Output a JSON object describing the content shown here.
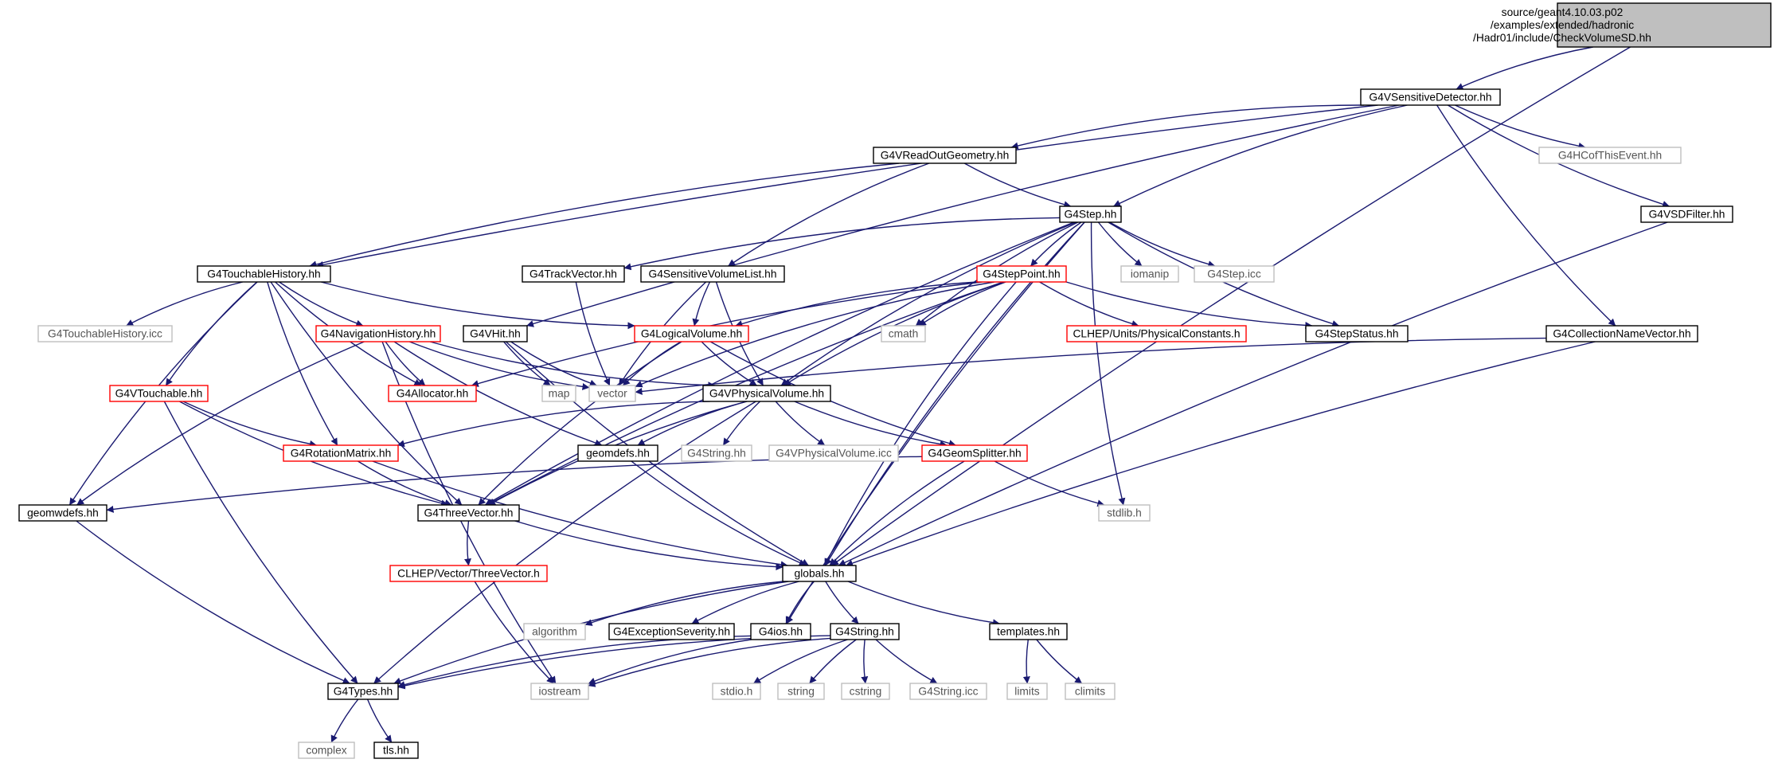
{
  "diagram": {
    "colors": {
      "edge": "#191970",
      "root_fill": "#bfbfbf",
      "root_border": "#000000",
      "default_border": "#000000",
      "warn_border": "#ff0000",
      "missing_border": "#bfbfbf",
      "text": "#000000",
      "missing_text": "#555555"
    },
    "nodes": [
      {
        "id": "root",
        "lines": [
          "source/geant4.10.03.p02",
          "/examples/extended/hadronic",
          "/Hadr01/include/CheckVolumeSD.hh"
        ],
        "style": "root"
      },
      {
        "id": "G4VSensitiveDetector",
        "lines": [
          "G4VSensitiveDetector.hh"
        ],
        "style": "default"
      },
      {
        "id": "G4VReadOutGeometry",
        "lines": [
          "G4VReadOutGeometry.hh"
        ],
        "style": "default"
      },
      {
        "id": "G4HCofThisEvent",
        "lines": [
          "G4HCofThisEvent.hh"
        ],
        "style": "missing"
      },
      {
        "id": "G4VSDFilter",
        "lines": [
          "G4VSDFilter.hh"
        ],
        "style": "default"
      },
      {
        "id": "G4Step",
        "lines": [
          "G4Step.hh"
        ],
        "style": "default"
      },
      {
        "id": "G4TouchableHistory",
        "lines": [
          "G4TouchableHistory.hh"
        ],
        "style": "default"
      },
      {
        "id": "G4TrackVector",
        "lines": [
          "G4TrackVector.hh"
        ],
        "style": "default"
      },
      {
        "id": "G4SensitiveVolumeList",
        "lines": [
          "G4SensitiveVolumeList.hh"
        ],
        "style": "default"
      },
      {
        "id": "G4StepPoint",
        "lines": [
          "G4StepPoint.hh"
        ],
        "style": "warn"
      },
      {
        "id": "iomanip",
        "lines": [
          "iomanip"
        ],
        "style": "missing"
      },
      {
        "id": "G4Stepicc",
        "lines": [
          "G4Step.icc"
        ],
        "style": "missing"
      },
      {
        "id": "G4TouchableHistoryicc",
        "lines": [
          "G4TouchableHistory.icc"
        ],
        "style": "missing"
      },
      {
        "id": "G4NavigationHistory",
        "lines": [
          "G4NavigationHistory.hh"
        ],
        "style": "warn"
      },
      {
        "id": "G4VHit",
        "lines": [
          "G4VHit.hh"
        ],
        "style": "default"
      },
      {
        "id": "G4LogicalVolume",
        "lines": [
          "G4LogicalVolume.hh"
        ],
        "style": "warn"
      },
      {
        "id": "cmath",
        "lines": [
          "cmath"
        ],
        "style": "missing"
      },
      {
        "id": "PhysicalConstants",
        "lines": [
          "CLHEP/Units/PhysicalConstants.h"
        ],
        "style": "warn"
      },
      {
        "id": "G4StepStatus",
        "lines": [
          "G4StepStatus.hh"
        ],
        "style": "default"
      },
      {
        "id": "G4CollectionNameVector",
        "lines": [
          "G4CollectionNameVector.hh"
        ],
        "style": "default"
      },
      {
        "id": "G4VTouchable",
        "lines": [
          "G4VTouchable.hh"
        ],
        "style": "warn"
      },
      {
        "id": "G4Allocator",
        "lines": [
          "G4Allocator.hh"
        ],
        "style": "warn"
      },
      {
        "id": "map",
        "lines": [
          "map"
        ],
        "style": "missing"
      },
      {
        "id": "vector",
        "lines": [
          "vector"
        ],
        "style": "missing"
      },
      {
        "id": "G4VPhysicalVolume",
        "lines": [
          "G4VPhysicalVolume.hh"
        ],
        "style": "default"
      },
      {
        "id": "G4RotationMatrix",
        "lines": [
          "G4RotationMatrix.hh"
        ],
        "style": "warn"
      },
      {
        "id": "geomdefs",
        "lines": [
          "geomdefs.hh"
        ],
        "style": "default"
      },
      {
        "id": "G4Stringhh2",
        "lines": [
          "G4String.hh"
        ],
        "style": "missing"
      },
      {
        "id": "G4VPhysicalVolumeicc",
        "lines": [
          "G4VPhysicalVolume.icc"
        ],
        "style": "missing"
      },
      {
        "id": "G4GeomSplitter",
        "lines": [
          "G4GeomSplitter.hh"
        ],
        "style": "warn"
      },
      {
        "id": "geomwdefs",
        "lines": [
          "geomwdefs.hh"
        ],
        "style": "default"
      },
      {
        "id": "G4ThreeVector",
        "lines": [
          "G4ThreeVector.hh"
        ],
        "style": "default"
      },
      {
        "id": "stdlib",
        "lines": [
          "stdlib.h"
        ],
        "style": "missing"
      },
      {
        "id": "CLHEPThreeVector",
        "lines": [
          "CLHEP/Vector/ThreeVector.h"
        ],
        "style": "warn"
      },
      {
        "id": "globals",
        "lines": [
          "globals.hh"
        ],
        "style": "default"
      },
      {
        "id": "algorithm",
        "lines": [
          "algorithm"
        ],
        "style": "missing"
      },
      {
        "id": "G4ExceptionSeverity",
        "lines": [
          "G4ExceptionSeverity.hh"
        ],
        "style": "default"
      },
      {
        "id": "G4ios",
        "lines": [
          "G4ios.hh"
        ],
        "style": "default"
      },
      {
        "id": "G4String",
        "lines": [
          "G4String.hh"
        ],
        "style": "default"
      },
      {
        "id": "templates",
        "lines": [
          "templates.hh"
        ],
        "style": "default"
      },
      {
        "id": "G4Types",
        "lines": [
          "G4Types.hh"
        ],
        "style": "default"
      },
      {
        "id": "iostream",
        "lines": [
          "iostream"
        ],
        "style": "missing"
      },
      {
        "id": "stdio",
        "lines": [
          "stdio.h"
        ],
        "style": "missing"
      },
      {
        "id": "string",
        "lines": [
          "string"
        ],
        "style": "missing"
      },
      {
        "id": "cstring",
        "lines": [
          "cstring"
        ],
        "style": "missing"
      },
      {
        "id": "G4Stringicc",
        "lines": [
          "G4String.icc"
        ],
        "style": "missing"
      },
      {
        "id": "limits",
        "lines": [
          "limits"
        ],
        "style": "missing"
      },
      {
        "id": "climits",
        "lines": [
          "climits"
        ],
        "style": "missing"
      },
      {
        "id": "complex",
        "lines": [
          "complex"
        ],
        "style": "missing"
      },
      {
        "id": "tls",
        "lines": [
          "tls.hh"
        ],
        "style": "default"
      }
    ],
    "edges": [
      [
        "root",
        "G4VSensitiveDetector"
      ],
      [
        "root",
        "globals"
      ],
      [
        "G4VSensitiveDetector",
        "G4VReadOutGeometry"
      ],
      [
        "G4VSensitiveDetector",
        "G4HCofThisEvent"
      ],
      [
        "G4VSensitiveDetector",
        "G4VSDFilter"
      ],
      [
        "G4VSensitiveDetector",
        "G4Step"
      ],
      [
        "G4VSensitiveDetector",
        "G4TouchableHistory"
      ],
      [
        "G4VSensitiveDetector",
        "G4VHit"
      ],
      [
        "G4VSensitiveDetector",
        "G4CollectionNameVector"
      ],
      [
        "G4VReadOutGeometry",
        "G4Step"
      ],
      [
        "G4VReadOutGeometry",
        "G4TouchableHistory"
      ],
      [
        "G4VReadOutGeometry",
        "G4SensitiveVolumeList"
      ],
      [
        "G4VSDFilter",
        "globals"
      ],
      [
        "G4Step",
        "G4TrackVector"
      ],
      [
        "G4Step",
        "G4StepPoint"
      ],
      [
        "G4Step",
        "iomanip"
      ],
      [
        "G4Step",
        "G4Stepicc"
      ],
      [
        "G4Step",
        "G4StepStatus"
      ],
      [
        "G4Step",
        "cmath"
      ],
      [
        "G4Step",
        "G4ThreeVector"
      ],
      [
        "G4Step",
        "globals"
      ],
      [
        "G4Step",
        "G4VPhysicalVolume"
      ],
      [
        "G4Step",
        "stdlib"
      ],
      [
        "G4Step",
        "G4ios"
      ],
      [
        "G4TouchableHistory",
        "G4TouchableHistoryicc"
      ],
      [
        "G4TouchableHistory",
        "G4NavigationHistory"
      ],
      [
        "G4TouchableHistory",
        "G4VTouchable"
      ],
      [
        "G4TouchableHistory",
        "G4Allocator"
      ],
      [
        "G4TouchableHistory",
        "G4RotationMatrix"
      ],
      [
        "G4TouchableHistory",
        "G4ThreeVector"
      ],
      [
        "G4TouchableHistory",
        "geomwdefs"
      ],
      [
        "G4TouchableHistory",
        "G4LogicalVolume"
      ],
      [
        "G4TrackVector",
        "vector"
      ],
      [
        "G4SensitiveVolumeList",
        "G4LogicalVolume"
      ],
      [
        "G4SensitiveVolumeList",
        "G4VPhysicalVolume"
      ],
      [
        "G4SensitiveVolumeList",
        "vector"
      ],
      [
        "G4StepPoint",
        "G4LogicalVolume"
      ],
      [
        "G4StepPoint",
        "cmath"
      ],
      [
        "G4StepPoint",
        "PhysicalConstants"
      ],
      [
        "G4StepPoint",
        "G4StepStatus"
      ],
      [
        "G4StepPoint",
        "G4VPhysicalVolume"
      ],
      [
        "G4StepPoint",
        "G4ThreeVector"
      ],
      [
        "G4StepPoint",
        "globals"
      ],
      [
        "G4StepPoint",
        "G4Allocator"
      ],
      [
        "G4StepPoint",
        "vector"
      ],
      [
        "G4NavigationHistory",
        "G4Allocator"
      ],
      [
        "G4NavigationHistory",
        "G4VPhysicalVolume"
      ],
      [
        "G4NavigationHistory",
        "geomdefs"
      ],
      [
        "G4NavigationHistory",
        "geomwdefs"
      ],
      [
        "G4NavigationHistory",
        "vector"
      ],
      [
        "G4NavigationHistory",
        "iostream"
      ],
      [
        "G4VHit",
        "map"
      ],
      [
        "G4VHit",
        "vector"
      ],
      [
        "G4VHit",
        "globals"
      ],
      [
        "G4LogicalVolume",
        "vector"
      ],
      [
        "G4LogicalVolume",
        "G4VPhysicalVolume"
      ],
      [
        "G4LogicalVolume",
        "G4GeomSplitter"
      ],
      [
        "G4LogicalVolume",
        "G4ThreeVector"
      ],
      [
        "G4CollectionNameVector",
        "vector"
      ],
      [
        "G4CollectionNameVector",
        "globals"
      ],
      [
        "G4VTouchable",
        "G4RotationMatrix"
      ],
      [
        "G4VTouchable",
        "G4ThreeVector"
      ],
      [
        "G4VTouchable",
        "G4Types"
      ],
      [
        "G4VPhysicalVolume",
        "G4RotationMatrix"
      ],
      [
        "G4VPhysicalVolume",
        "geomdefs"
      ],
      [
        "G4VPhysicalVolume",
        "G4Stringhh2"
      ],
      [
        "G4VPhysicalVolume",
        "G4VPhysicalVolumeicc"
      ],
      [
        "G4VPhysicalVolume",
        "G4GeomSplitter"
      ],
      [
        "G4VPhysicalVolume",
        "G4ThreeVector"
      ],
      [
        "G4VPhysicalVolume",
        "G4Types"
      ],
      [
        "G4RotationMatrix",
        "G4ThreeVector"
      ],
      [
        "G4RotationMatrix",
        "globals"
      ],
      [
        "geomdefs",
        "globals"
      ],
      [
        "G4GeomSplitter",
        "geomwdefs"
      ],
      [
        "G4GeomSplitter",
        "stdlib"
      ],
      [
        "G4GeomSplitter",
        "globals"
      ],
      [
        "geomwdefs",
        "G4Types"
      ],
      [
        "G4ThreeVector",
        "CLHEPThreeVector"
      ],
      [
        "G4ThreeVector",
        "globals"
      ],
      [
        "CLHEPThreeVector",
        "iostream"
      ],
      [
        "globals",
        "algorithm"
      ],
      [
        "globals",
        "G4ExceptionSeverity"
      ],
      [
        "globals",
        "G4ios"
      ],
      [
        "globals",
        "G4String"
      ],
      [
        "globals",
        "templates"
      ],
      [
        "globals",
        "G4Types"
      ],
      [
        "G4ios",
        "G4Types"
      ],
      [
        "G4ios",
        "iostream"
      ],
      [
        "G4String",
        "stdio"
      ],
      [
        "G4String",
        "string"
      ],
      [
        "G4String",
        "cstring"
      ],
      [
        "G4String",
        "G4Stringicc"
      ],
      [
        "G4String",
        "G4Types"
      ],
      [
        "G4String",
        "iostream"
      ],
      [
        "templates",
        "limits"
      ],
      [
        "templates",
        "climits"
      ],
      [
        "G4Types",
        "complex"
      ],
      [
        "G4Types",
        "tls"
      ]
    ]
  }
}
